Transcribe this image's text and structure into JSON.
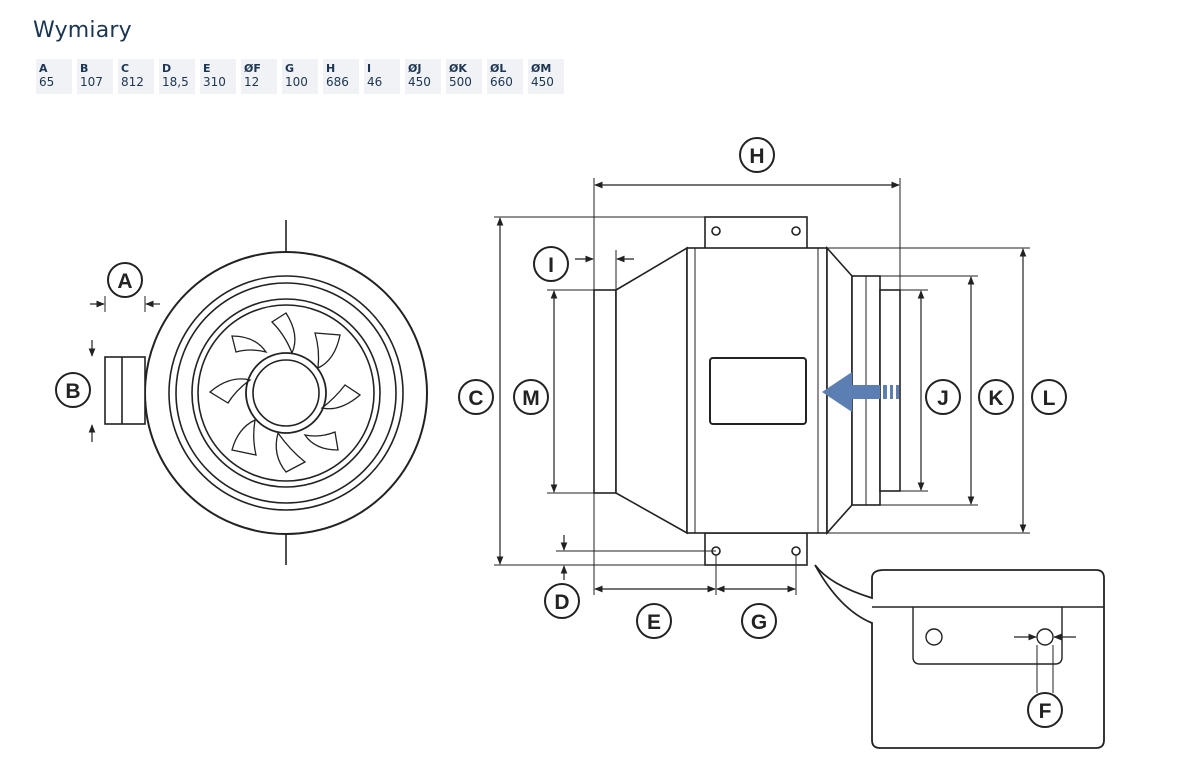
{
  "title": "Wymiary",
  "dimensions": [
    {
      "key": "A",
      "value": "65"
    },
    {
      "key": "B",
      "value": "107"
    },
    {
      "key": "C",
      "value": "812"
    },
    {
      "key": "D",
      "value": "18,5"
    },
    {
      "key": "E",
      "value": "310"
    },
    {
      "key": "ØF",
      "value": "12"
    },
    {
      "key": "G",
      "value": "100"
    },
    {
      "key": "H",
      "value": "686"
    },
    {
      "key": "I",
      "value": "46"
    },
    {
      "key": "ØJ",
      "value": "450"
    },
    {
      "key": "ØK",
      "value": "500"
    },
    {
      "key": "ØL",
      "value": "660"
    },
    {
      "key": "ØM",
      "value": "450"
    }
  ],
  "labels": {
    "A": "A",
    "B": "B",
    "C": "C",
    "D": "D",
    "E": "E",
    "F": "F",
    "G": "G",
    "H": "H",
    "I": "I",
    "J": "J",
    "K": "K",
    "L": "L",
    "M": "M"
  },
  "colors": {
    "text": "#1b3552",
    "line": "#222222",
    "arrow": "#5b7fb3",
    "chip": "#f0f2f5"
  }
}
